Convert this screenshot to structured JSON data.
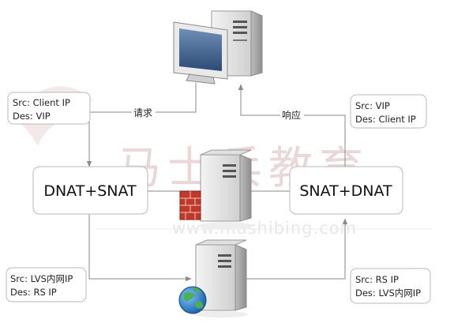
{
  "watermark": {
    "text": "马士兵教育",
    "url": "www.mashibing.com"
  },
  "edges": {
    "request_label": "请求",
    "response_label": "响应"
  },
  "nodes": {
    "left_gateway": "DNAT+SNAT",
    "right_gateway": "SNAT+DNAT"
  },
  "info_boxes": {
    "top_left": {
      "src": "Src: Client IP",
      "des": "Des: VIP"
    },
    "top_right": {
      "src": "Src: VIP",
      "des": "Des: Client IP"
    },
    "bottom_left": {
      "src": "Src: LVS内网IP",
      "des": "Des: RS IP"
    },
    "bottom_right": {
      "src": "Src: RS IP",
      "des": "Des: LVS内网IP"
    }
  },
  "colors": {
    "line": "#8a8a8a",
    "box_border": "#b9b9b9",
    "watermark": "#ead7d7",
    "firewall": "#c0392b",
    "globe": "#2e8bd8"
  },
  "icons": [
    "client-computer-icon",
    "lvs-server-icon",
    "firewall-icon",
    "real-server-icon",
    "globe-icon"
  ]
}
